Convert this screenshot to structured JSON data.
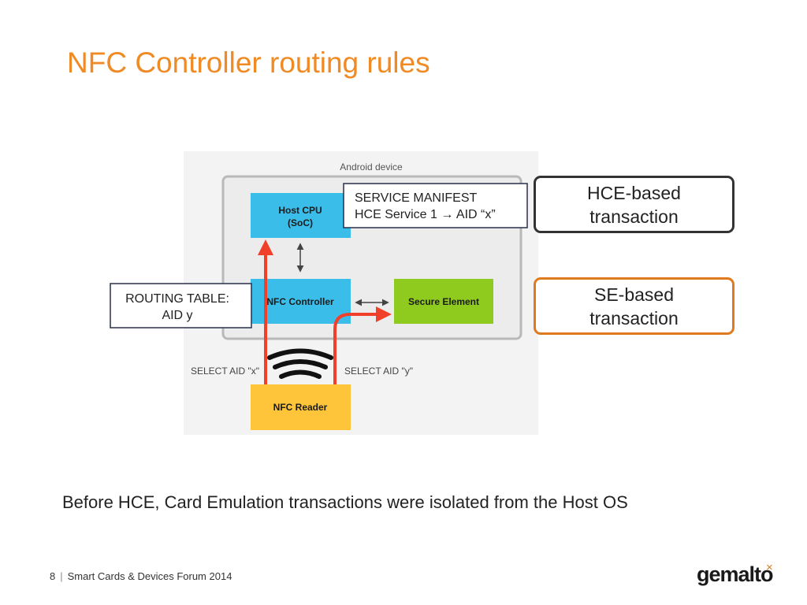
{
  "slide": {
    "title": "NFC Controller routing rules",
    "caption": "Before HCE, Card Emulation transactions were isolated from the Host OS",
    "page_number": "8",
    "footer_text": "Smart Cards & Devices Forum 2014",
    "logo_text": "gemalto",
    "logo_mark": "×"
  },
  "diagram": {
    "device_label": "Android device",
    "host_cpu": [
      "Host CPU",
      "(SoC)"
    ],
    "nfc_controller": "NFC Controller",
    "secure_element": "Secure Element",
    "nfc_reader": "NFC Reader",
    "select_x": "SELECT AID \"x\"",
    "select_y": "SELECT AID \"y\"",
    "manifest": [
      "SERVICE MANIFEST",
      "HCE Service 1 → AID “x”"
    ],
    "routing_table": [
      "ROUTING TABLE:",
      "AID  y"
    ]
  },
  "callouts": {
    "hce": [
      "HCE-based",
      "transaction"
    ],
    "se": [
      "SE-based",
      "transaction"
    ]
  },
  "colors": {
    "title": "#f08a24",
    "host_cpu": "#3bbdea",
    "nfc_controller": "#3bbdea",
    "secure_element": "#8fcb1e",
    "nfc_reader": "#fec43a",
    "arrow": "#f0402a",
    "se_callout_border": "#e07a1f",
    "hce_callout_border": "#333333"
  }
}
